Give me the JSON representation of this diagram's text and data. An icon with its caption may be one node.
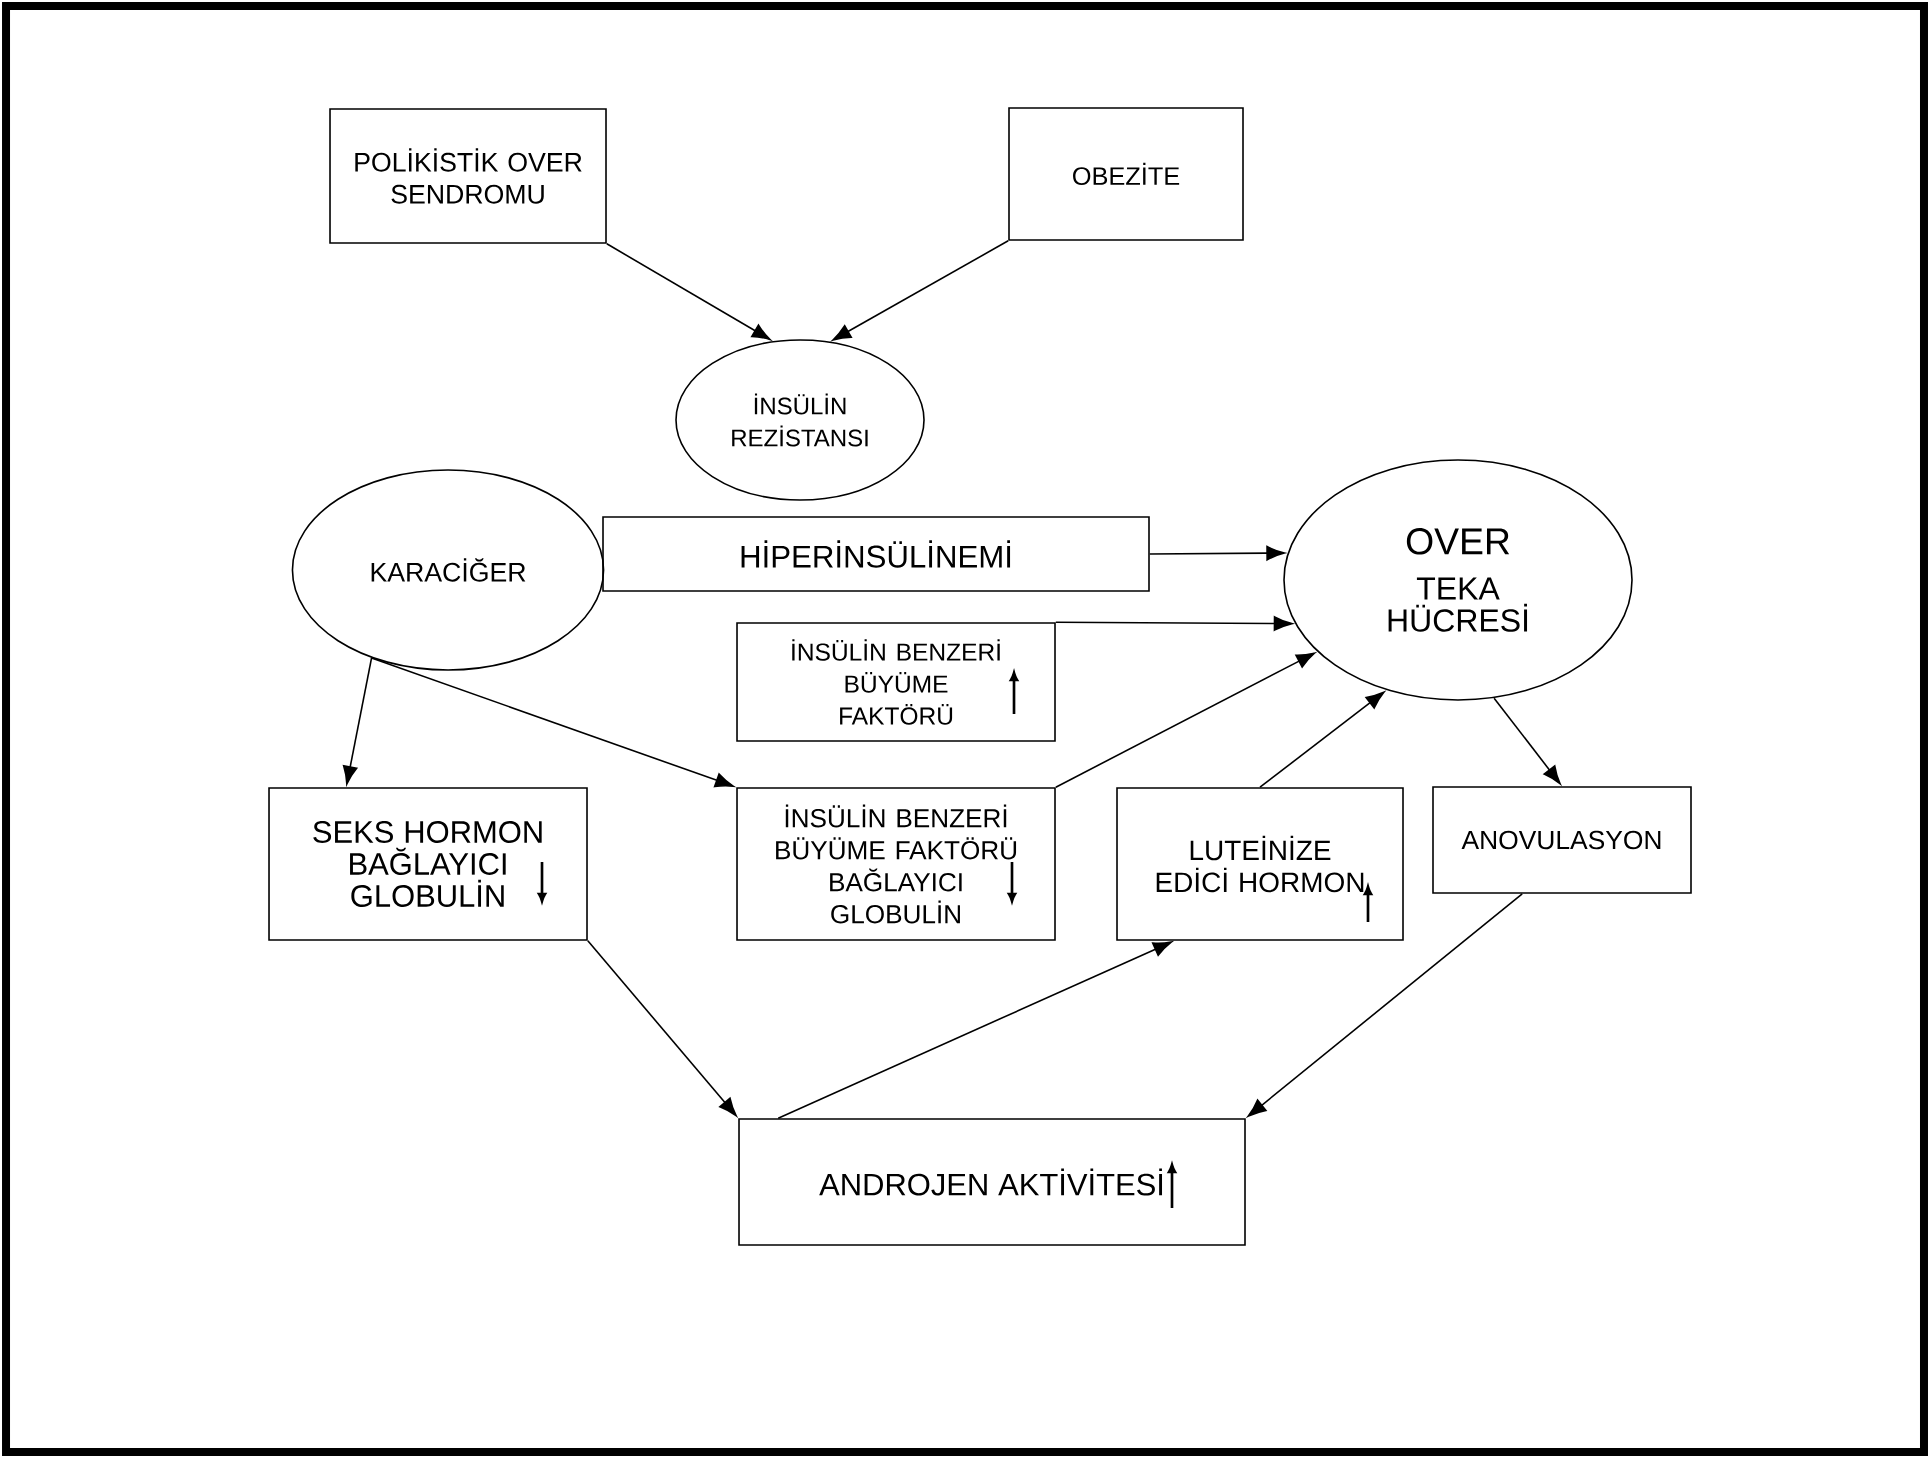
{
  "diagram": {
    "nodes": [
      {
        "text": [
          "POLİKİSTİK OVER SENDROMU"
        ]
      },
      {
        "text": [
          "OBEZİTE"
        ]
      },
      {
        "text": [
          "İNSÜLİN REZİSTANSI"
        ]
      },
      {
        "text": [
          "KARACİĞER"
        ]
      },
      {
        "text": [
          "HİPERİNSÜLİNEMİ"
        ]
      },
      {
        "text": [
          "OVER",
          "TEKA HÜCRESİ"
        ]
      },
      {
        "text": [
          "İNSÜLİN BENZERİ BÜYÜME FAKTÖRÜ"
        ]
      },
      {
        "text": [
          "SEKS HORMON BAĞLAYICI GLOBULİN"
        ]
      },
      {
        "text": [
          "İNSÜLİN BENZERİ BÜYÜME FAKTÖRÜ BAĞLAYICI GLOBULİN"
        ]
      },
      {
        "text": [
          "LUTEİNİZE EDİCİ HORMON"
        ]
      },
      {
        "text": [
          "ANOVULASYON"
        ]
      },
      {
        "text": [
          "ANDROJEN AKTİVİTESİ"
        ]
      }
    ],
    "edges": [
      {
        "from": 0,
        "to": 2,
        "arrow": "to"
      },
      {
        "from": 1,
        "to": 2,
        "arrow": "to"
      },
      {
        "from": 3,
        "to": 7,
        "arrow": "to"
      },
      {
        "from": 3,
        "to": 8,
        "arrow": "to"
      },
      {
        "from": 4,
        "to": 5,
        "arrow": "to"
      },
      {
        "from": 6,
        "to": 5,
        "arrow": "to"
      },
      {
        "from": 8,
        "to": 5,
        "arrow": "to"
      },
      {
        "from": 9,
        "to": 5,
        "arrow": "to"
      },
      {
        "from": 5,
        "to": 10,
        "arrow": "to"
      },
      {
        "from": 7,
        "to": 11,
        "arrow": "to"
      },
      {
        "from": 11,
        "to": 9,
        "arrow": "to"
      },
      {
        "from": 10,
        "to": 11,
        "arrow": "to"
      }
    ]
  }
}
